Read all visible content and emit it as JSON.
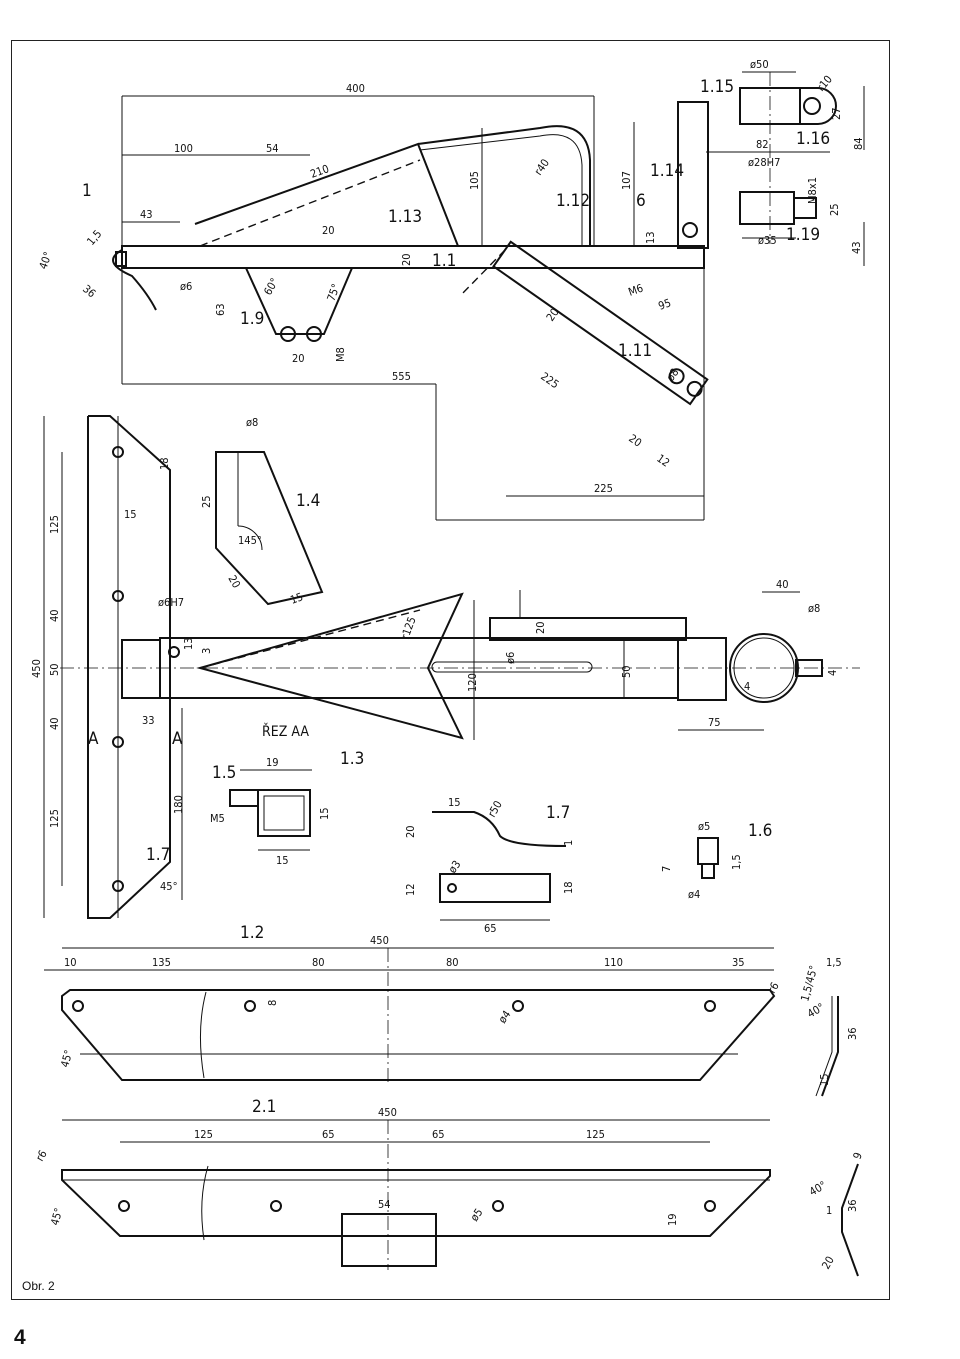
{
  "figure_label": "Obr. 2",
  "page_number": "4",
  "assembly_label": "1",
  "part_labels": {
    "p1_1": "1.1",
    "p1_2": "1.2",
    "p1_3": "1.3",
    "p1_4": "1.4",
    "p1_5": "1.5",
    "p1_6": "1.6",
    "p1_7a": "1.7",
    "p1_7b": "1.7",
    "p1_9": "1.9",
    "p1_11": "1.11",
    "p1_12": "1.12",
    "p1_13": "1.13",
    "p1_14": "1.14",
    "p1_15": "1.15",
    "p1_16": "1.16",
    "p1_19": "1.19",
    "p2_1": "2.1",
    "p6": "6"
  },
  "section_labels": {
    "rez": "ŘEZ AA",
    "a_left": "A",
    "a_right": "A"
  },
  "dimensions_top": {
    "d400": "400",
    "d100": "100",
    "d54": "54",
    "d210": "210",
    "d43": "43",
    "d40deg": "40°",
    "d1_5": "1,5",
    "d36": "36",
    "d6": "ø6",
    "d63": "63",
    "d60deg": "60°",
    "d75deg": "75°",
    "d20a": "20",
    "d20b": "20",
    "d20c": "20",
    "dM8": "M8",
    "d555": "555",
    "d105": "105",
    "dr40": "r40",
    "d107": "107",
    "d13": "13",
    "dM6": "M6",
    "d95": "95",
    "d20d": "20",
    "d225a": "225",
    "d8a": "ø8",
    "d20e": "20",
    "d12": "12",
    "d225b": "225",
    "d50": "ø50",
    "dr10": "r10",
    "d27": "27",
    "d84": "84",
    "d82": "82",
    "d28H7": "ø28H7",
    "dM8x1": "M8x1",
    "d25": "25",
    "d35": "ø35",
    "d43b": "43"
  },
  "dimensions_middle": {
    "d8": "ø8",
    "d25": "25",
    "d145deg": "145°",
    "d20": "20",
    "d15": "15",
    "d125a": "125",
    "d40a": "40",
    "d450": "450",
    "d50a": "50",
    "d40b": "40",
    "d125b": "125",
    "d15b": "15",
    "d18": "18",
    "d6H7": "ø6H7",
    "d13": "13",
    "d3": "3",
    "d33": "33",
    "d180": "180",
    "d45deg": "45°",
    "dr125": "r125",
    "d6": "ø6",
    "d120": "120",
    "d20v": "20",
    "d50v": "50",
    "d40": "40",
    "d4a": "4",
    "d4b": "4",
    "d75": "75"
  },
  "dimensions_small": {
    "d19": "19",
    "d15a": "15",
    "d15b": "15",
    "dM5": "M5",
    "d15c": "15",
    "dr50": "r50",
    "d20": "20",
    "d1": "1",
    "d3": "ø3",
    "d12": "12",
    "d18": "18",
    "d65": "65",
    "d5": "ø5",
    "d7": "7",
    "d1_5": "1,5",
    "d4": "ø4"
  },
  "dimensions_1_2": {
    "d450": "450",
    "d10": "10",
    "d135": "135",
    "d80a": "80",
    "d80b": "80",
    "d110": "110",
    "d35": "35",
    "d8": "8",
    "d4": "ø4",
    "dr6": "r6",
    "d45deg": "45°",
    "d1_5_45": "1,5/45°",
    "d1_5": "1,5",
    "d40deg": "40°",
    "d36": "36",
    "d15": "15"
  },
  "dimensions_2_1": {
    "d450": "450",
    "d125a": "125",
    "d65a": "65",
    "d65b": "65",
    "d125b": "125",
    "dr6": "r6",
    "d45deg": "45°",
    "d54": "54",
    "d5": "ø5",
    "d19": "19",
    "d9": "9",
    "d40deg": "40°",
    "d1": "1",
    "d36": "36",
    "d20": "20"
  }
}
